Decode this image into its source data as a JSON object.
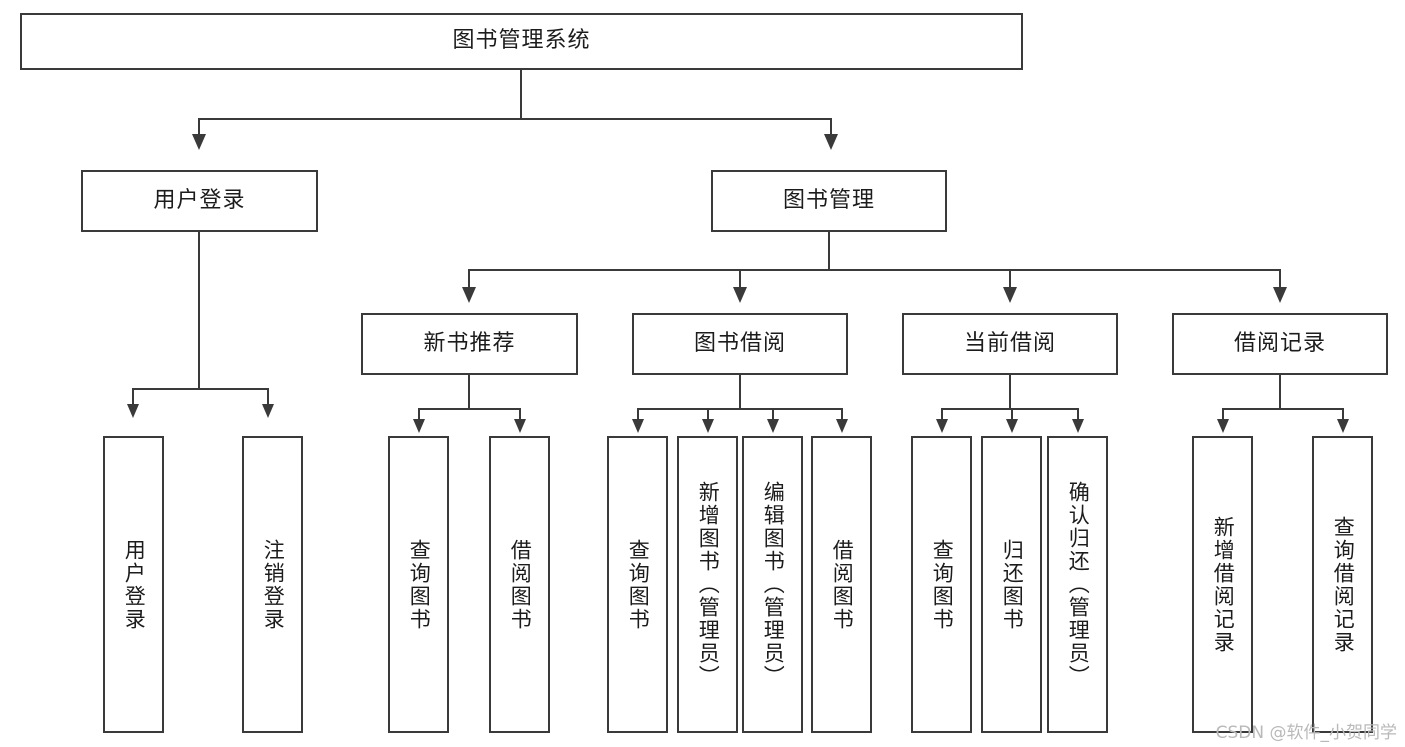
{
  "diagram": {
    "type": "tree-hierarchy",
    "title": "图书管理系统",
    "orientation": "top-down",
    "colors": {
      "box_border": "#3a3a3a",
      "box_fill": "#ffffff",
      "text": "#1c1c1c",
      "connector": "#3a3a3a",
      "watermark": "#b9b9b9",
      "background": "#ffffff"
    }
  },
  "root": {
    "label": "图书管理系统"
  },
  "level2": [
    {
      "id": "user-login",
      "label": "用户登录"
    },
    {
      "id": "book-management",
      "label": "图书管理"
    }
  ],
  "level3": [
    {
      "id": "new-book-recommend",
      "label": "新书推荐",
      "parent": "book-management"
    },
    {
      "id": "book-borrow",
      "label": "图书借阅",
      "parent": "book-management"
    },
    {
      "id": "current-borrow",
      "label": "当前借阅",
      "parent": "book-management"
    },
    {
      "id": "borrow-record",
      "label": "借阅记录",
      "parent": "book-management"
    }
  ],
  "leaves": {
    "user-login": [
      {
        "id": "leaf-user-login",
        "label": "用户登录"
      },
      {
        "id": "leaf-logout",
        "label": "注销登录"
      }
    ],
    "new-book-recommend": [
      {
        "id": "leaf-query-book-1",
        "label": "查询图书"
      },
      {
        "id": "leaf-borrow-book-1",
        "label": "借阅图书"
      }
    ],
    "book-borrow": [
      {
        "id": "leaf-query-book-2",
        "label": "查询图书"
      },
      {
        "id": "leaf-add-book",
        "label": "新增图书（管理员）"
      },
      {
        "id": "leaf-edit-book",
        "label": "编辑图书（管理员）"
      },
      {
        "id": "leaf-borrow-book-2",
        "label": "借阅图书"
      }
    ],
    "current-borrow": [
      {
        "id": "leaf-query-book-3",
        "label": "查询图书"
      },
      {
        "id": "leaf-return-book",
        "label": "归还图书"
      },
      {
        "id": "leaf-confirm-return",
        "label": "确认归还（管理员）"
      }
    ],
    "borrow-record": [
      {
        "id": "leaf-add-record",
        "label": "新增借阅记录"
      },
      {
        "id": "leaf-query-record",
        "label": "查询借阅记录"
      }
    ]
  },
  "watermark": {
    "text": "CSDN @软件_小贺同学"
  }
}
